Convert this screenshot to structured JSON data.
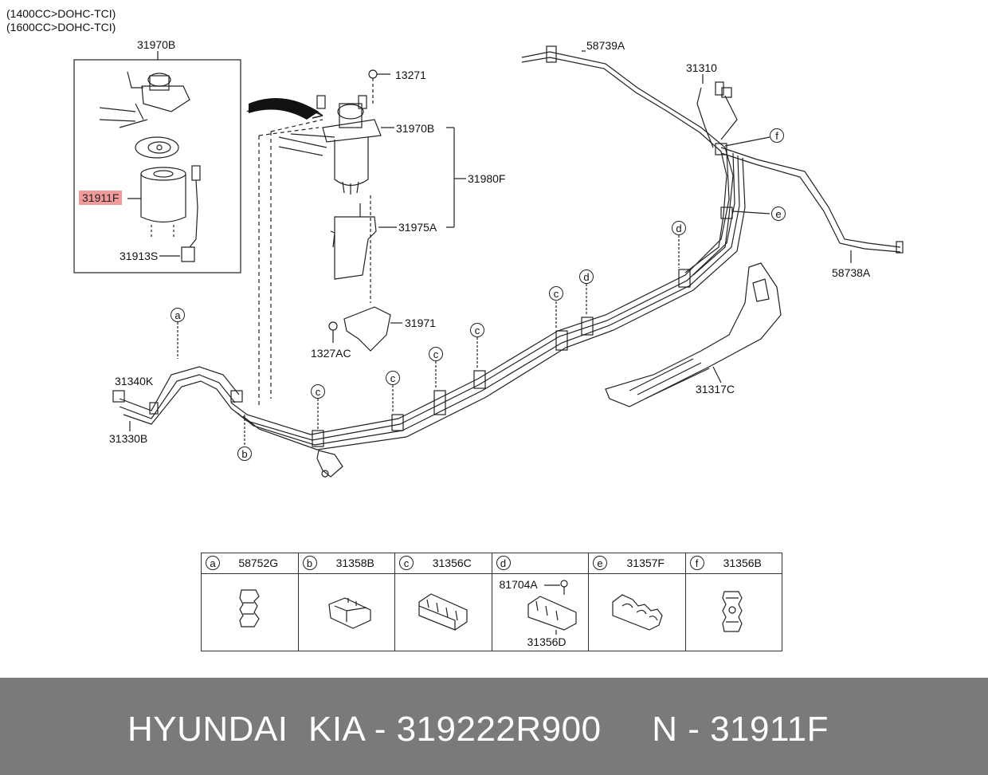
{
  "engine_notes": [
    "(1400CC>DOHC-TCI)",
    "(1600CC>DOHC-TCI)"
  ],
  "parts": {
    "p31970B_box": "31970B",
    "p31911F": "31911F",
    "p31913S": "31913S",
    "p13271": "13271",
    "p31970B": "31970B",
    "p31980F": "31980F",
    "p31975A": "31975A",
    "p31971": "31971",
    "p1327AC": "1327AC",
    "p58739A": "58739A",
    "p31310": "31310",
    "p58738A": "58738A",
    "p31340K": "31340K",
    "p31330B": "31330B",
    "p31317C": "31317C"
  },
  "callouts": {
    "a": "a",
    "b": "b",
    "c1": "c",
    "c2": "c",
    "c3": "c",
    "c4": "c",
    "c5": "c",
    "d1": "d",
    "d2": "d",
    "e": "e",
    "f": "f"
  },
  "legend": [
    {
      "letter": "a",
      "code": "58752G"
    },
    {
      "letter": "b",
      "code": "31358B"
    },
    {
      "letter": "c",
      "code": "31356C"
    },
    {
      "letter": "d",
      "code": "",
      "sub_top": "81704A",
      "sub_bottom": "31356D"
    },
    {
      "letter": "e",
      "code": "31357F"
    },
    {
      "letter": "f",
      "code": "31356B"
    }
  ],
  "highlight_color": "#f19a9a",
  "footer": {
    "text": "HYUNDAI  KIA - 319222R900     N - 31911F",
    "background": "#7a7a7a"
  }
}
